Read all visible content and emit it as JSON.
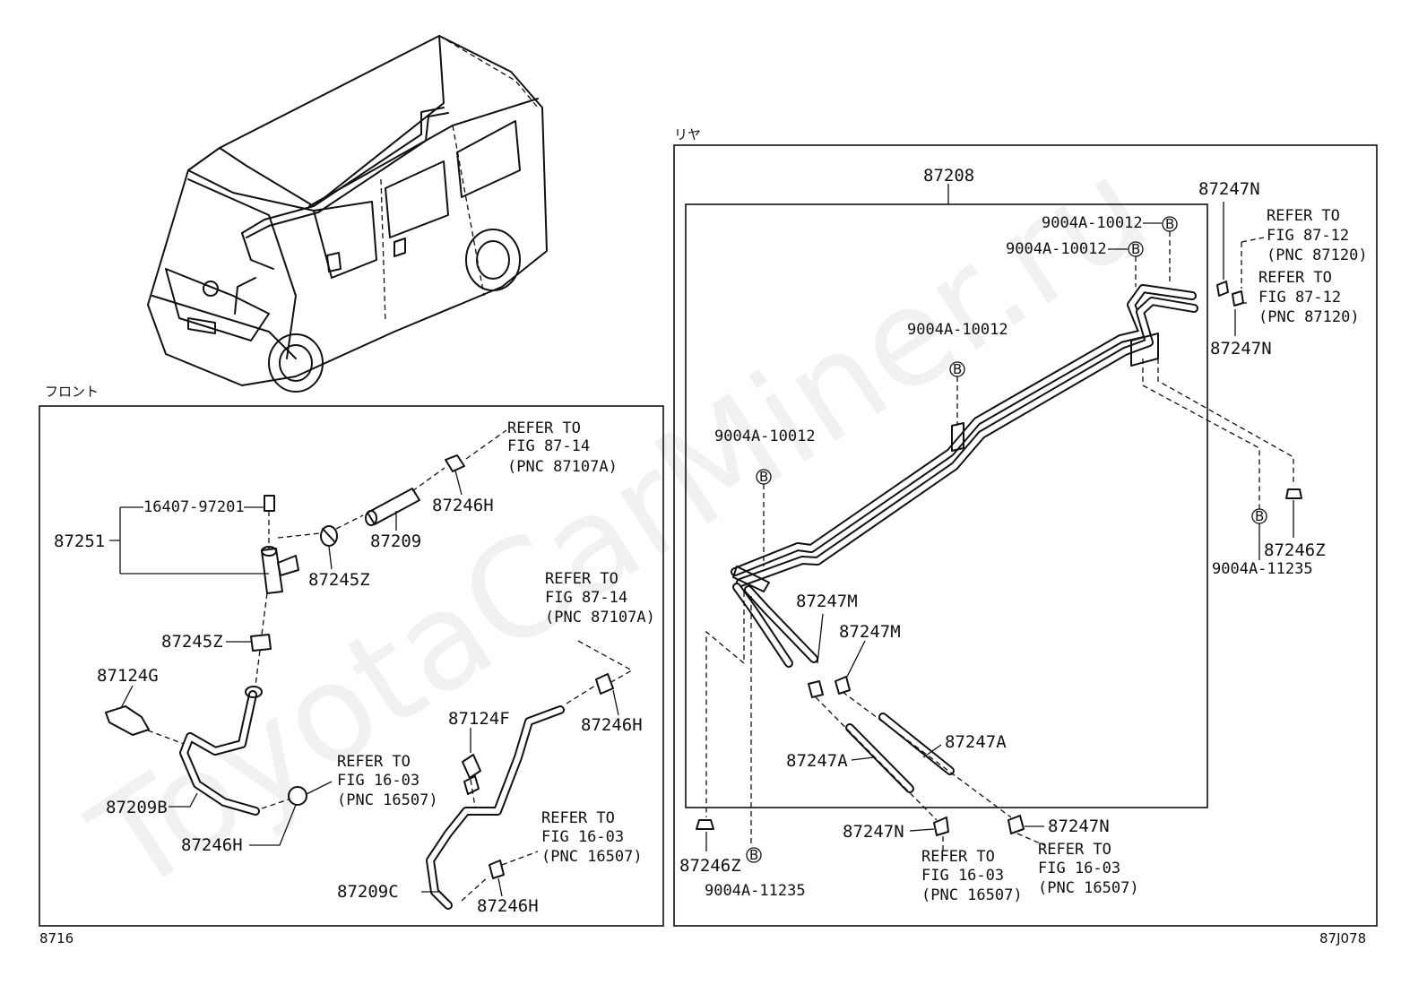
{
  "watermark": "ToyotaCarMiner.ru",
  "sections": {
    "front_title": "フロント",
    "rear_title": "リヤ",
    "front_code": "8716",
    "rear_code": "87J078"
  },
  "b_mark": "B",
  "front_labels": {
    "p16407": "16407-97201",
    "p87251": "87251",
    "p87209": "87209",
    "p87245z_a": "87245Z",
    "p87245z_b": "87245Z",
    "p87246h_a": "87246H",
    "p87246h_b": "87246H",
    "p87246h_c": "87246H",
    "p87246h_d": "87246H",
    "p87124g": "87124G",
    "p87124f": "87124F",
    "p87209b": "87209B",
    "p87209c": "87209C"
  },
  "rear_labels": {
    "p87208": "87208",
    "p87247n_a": "87247N",
    "p87247n_b": "87247N",
    "p87247n_c": "87247N",
    "p87247n_d": "87247N",
    "p87247m_a": "87247M",
    "p87247m_b": "87247M",
    "p87247a_a": "87247A",
    "p87247a_b": "87247A",
    "p87246z_a": "87246Z",
    "p87246z_b": "87246Z",
    "p9004a_10012_a": "9004A-10012",
    "p9004a_10012_b": "9004A-10012",
    "p9004a_10012_c": "9004A-10012",
    "p9004a_10012_d": "9004A-10012",
    "p9004a_11235_a": "9004A-11235",
    "p9004a_11235_b": "9004A-11235"
  },
  "refs": {
    "refer_to": "REFER TO",
    "fig_87_14": "FIG 87-14",
    "pnc_87107a": "(PNC 87107A)",
    "fig_16_03": "FIG 16-03",
    "pnc_16507": "(PNC 16507)",
    "fig_87_12": "FIG 87-12",
    "pnc_87120": "(PNC 87120)"
  }
}
